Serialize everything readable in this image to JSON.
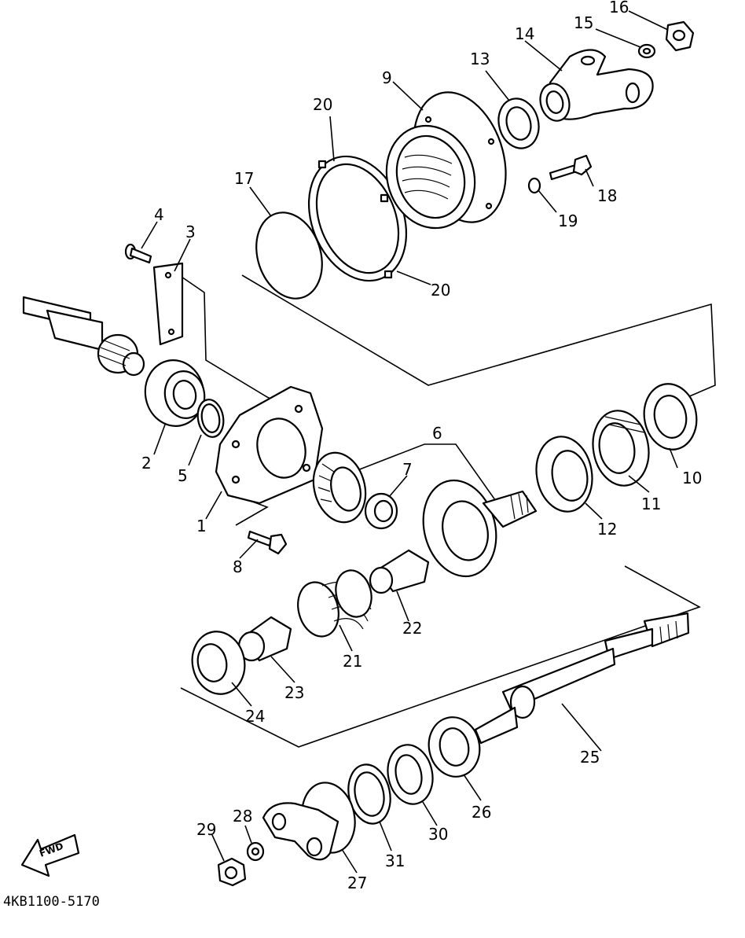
{
  "diagram_code": "4KB1100-5170",
  "direction_arrow": {
    "label": "FWD"
  },
  "callouts": {
    "c1": "1",
    "c2": "2",
    "c3": "3",
    "c4": "4",
    "c5": "5",
    "c6": "6",
    "c7": "7",
    "c8": "8",
    "c9": "9",
    "c10": "10",
    "c11": "11",
    "c12": "12",
    "c13": "13",
    "c14": "14",
    "c15": "15",
    "c16": "16",
    "c17": "17",
    "c18": "18",
    "c19": "19",
    "c20a": "20",
    "c20b": "20",
    "c21": "21",
    "c22": "22",
    "c23": "23",
    "c24": "24",
    "c25": "25",
    "c26": "26",
    "c27": "27",
    "c28": "28",
    "c29": "29",
    "c30": "30",
    "c31": "31"
  }
}
